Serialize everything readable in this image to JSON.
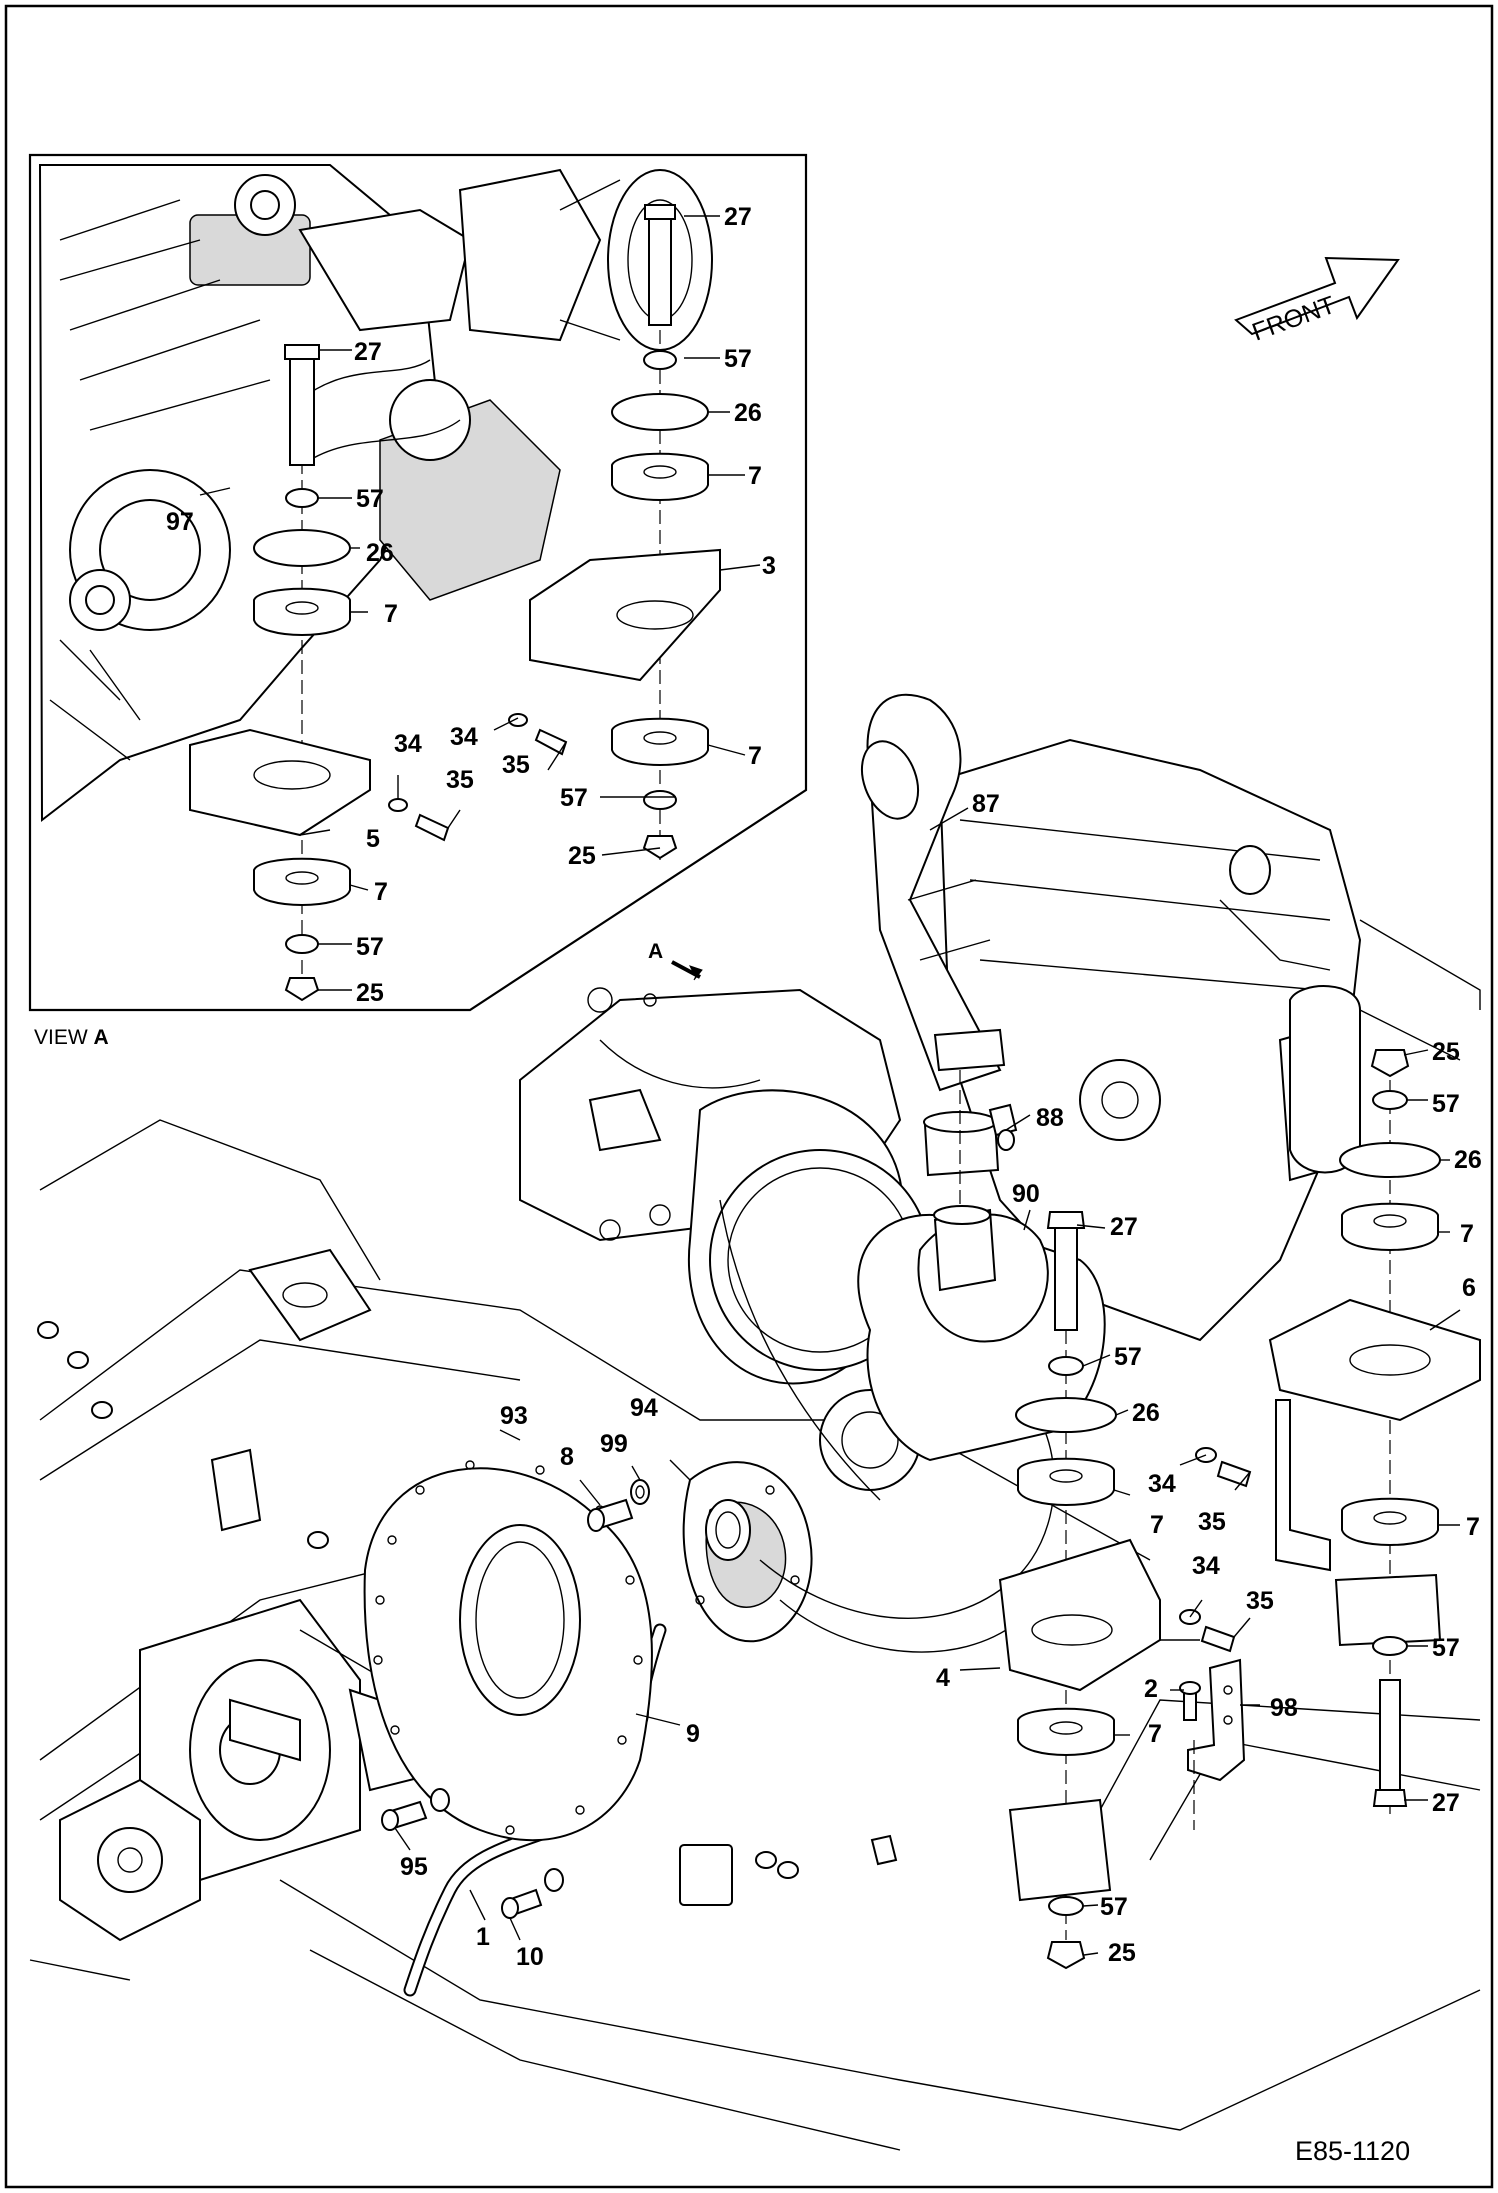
{
  "drawing_code": "E85-1120",
  "front_label": "FRONT",
  "view": {
    "prefix": "VIEW",
    "letter": "A",
    "arrow_letter": "A"
  },
  "callouts": {
    "c1": "1",
    "c2": "2",
    "c3": "3",
    "c4": "4",
    "c5": "5",
    "c6": "6",
    "c7": "7",
    "c8": "8",
    "c9": "9",
    "c10": "10",
    "c25": "25",
    "c26": "26",
    "c27": "27",
    "c34": "34",
    "c35": "35",
    "c57": "57",
    "c87": "87",
    "c88": "88",
    "c90": "90",
    "c93": "93",
    "c94": "94",
    "c95": "95",
    "c97": "97",
    "c98": "98",
    "c99": "99"
  }
}
